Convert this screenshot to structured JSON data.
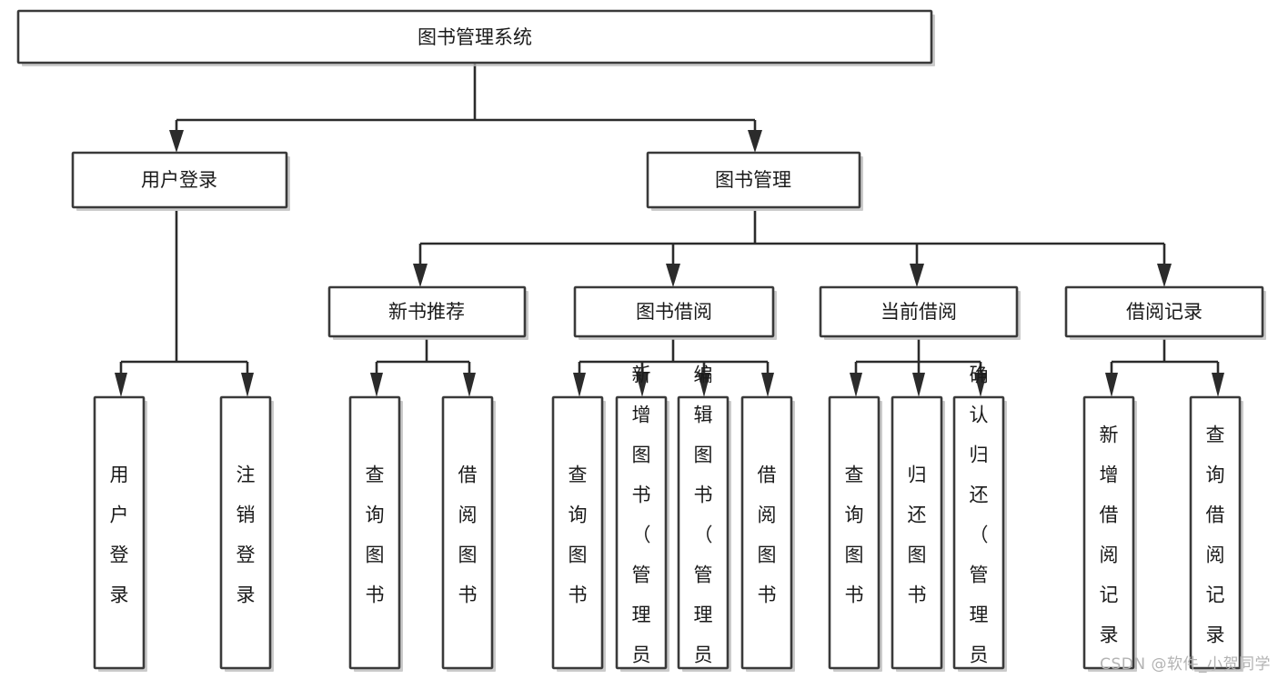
{
  "diagram": {
    "type": "tree-hierarchy",
    "orientation": "top-down",
    "root": {
      "id": "root",
      "label": "图书管理系统"
    },
    "level2": [
      {
        "id": "login",
        "label": "用户登录"
      },
      {
        "id": "bookmgmt",
        "label": "图书管理"
      }
    ],
    "level3": [
      {
        "id": "newbook",
        "label": "新书推荐",
        "parent": "bookmgmt"
      },
      {
        "id": "borrow",
        "label": "图书借阅",
        "parent": "bookmgmt"
      },
      {
        "id": "current",
        "label": "当前借阅",
        "parent": "bookmgmt"
      },
      {
        "id": "record",
        "label": "借阅记录",
        "parent": "bookmgmt"
      }
    ],
    "leaves": [
      {
        "id": "leaf-1",
        "label": "用户登录",
        "parent": "login"
      },
      {
        "id": "leaf-2",
        "label": "注销登录",
        "parent": "login"
      },
      {
        "id": "leaf-3",
        "label": "查询图书",
        "parent": "newbook"
      },
      {
        "id": "leaf-4",
        "label": "借阅图书",
        "parent": "newbook"
      },
      {
        "id": "leaf-5",
        "label": "查询图书",
        "parent": "borrow"
      },
      {
        "id": "leaf-6",
        "label": "新增图书（管理员）",
        "parent": "borrow"
      },
      {
        "id": "leaf-7",
        "label": "编辑图书（管理员）",
        "parent": "borrow"
      },
      {
        "id": "leaf-8",
        "label": "借阅图书",
        "parent": "borrow"
      },
      {
        "id": "leaf-9",
        "label": "查询图书",
        "parent": "current"
      },
      {
        "id": "leaf-10",
        "label": "归还图书",
        "parent": "current"
      },
      {
        "id": "leaf-11",
        "label": "确认归还（管理员）",
        "parent": "current"
      },
      {
        "id": "leaf-12",
        "label": "新增借阅记录",
        "parent": "record"
      },
      {
        "id": "leaf-13",
        "label": "查询借阅记录",
        "parent": "record"
      }
    ]
  },
  "watermark": {
    "text": "CSDN @软件_小贺同学"
  },
  "colors": {
    "box_stroke": "#3a3a3a",
    "connector": "#2b2b2b",
    "box_fill": "#ffffff",
    "text": "#1a1a1a",
    "background": "#ffffff",
    "watermark": "#b3b3b3"
  }
}
